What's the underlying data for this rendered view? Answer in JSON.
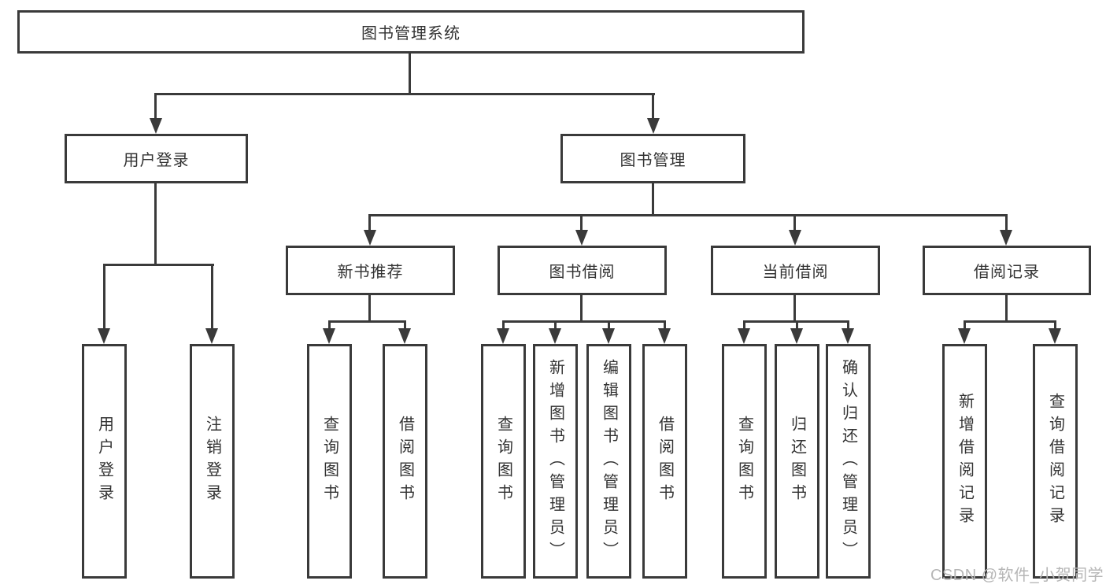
{
  "diagram_title": "图书管理系统",
  "watermark": "CSDN @软件_小贺同学",
  "colors": {
    "line": "#3a3a3a",
    "box_border": "#3a3a3a",
    "text": "#333333",
    "watermark": "#b6b6b6",
    "background": "#ffffff"
  },
  "tree": {
    "root": "图书管理系统",
    "children": [
      {
        "label": "用户登录",
        "children": [
          "用户登录",
          "注销登录"
        ]
      },
      {
        "label": "图书管理",
        "children": [
          {
            "label": "新书推荐",
            "children": [
              "查询图书",
              "借阅图书"
            ]
          },
          {
            "label": "图书借阅",
            "children": [
              "查询图书",
              "新增图书（管理员）",
              "编辑图书（管理员）",
              "借阅图书"
            ]
          },
          {
            "label": "当前借阅",
            "children": [
              "查询图书",
              "归还图书",
              "确认归还（管理员）"
            ]
          },
          {
            "label": "借阅记录",
            "children": [
              "新增借阅记录",
              "查询借阅记录"
            ]
          }
        ]
      }
    ]
  }
}
